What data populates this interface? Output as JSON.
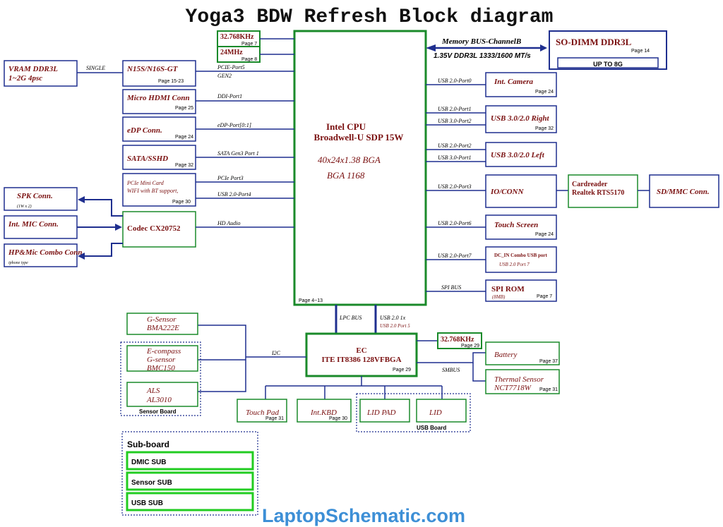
{
  "title": "Yoga3 BDW Refresh Block diagram",
  "cpu": {
    "line1": "Intel CPU",
    "line2": "Broadwell-U SDP 15W",
    "pkg1": "40x24x1.38 BGA",
    "pkg2": "BGA 1168",
    "page": "Page 4~13"
  },
  "clocks": {
    "c1": "32.768KHz",
    "c1_page": "Page 7",
    "c2": "24MHz",
    "c2_page": "Page 8"
  },
  "vram": {
    "line1": "VRAM  DDR3L",
    "line2": "1~2G  4psc",
    "link": "SINGLE"
  },
  "gpu": {
    "label": "N15S/N16S-GT",
    "page": "Page 15-23",
    "bus1": "PCIE-Port5",
    "bus2": "GEN2"
  },
  "hdmi": {
    "label": "Micro HDMI Conn",
    "page": "Page 25",
    "bus": "DDI-Port1"
  },
  "edp": {
    "label": "eDP Conn.",
    "page": "Page 24",
    "bus": "eDP-Port[0:1]"
  },
  "sata": {
    "label": "SATA/SSHD",
    "page": "Page 32",
    "bus": "SATA Gen3 Port 1"
  },
  "pcie": {
    "line1": "PCIe Mini Card",
    "line2": "WIFI with BT support,",
    "page": "Page 30",
    "bus1": "PCIe Port3",
    "bus2": "USB 2.0-Port4"
  },
  "codec": {
    "label": "Codec   CX20752",
    "bus": "HD Audio"
  },
  "spk": {
    "label": "SPK Conn.",
    "sub": "(1W x 2)"
  },
  "mic": {
    "label": "Int. MIC Conn."
  },
  "hp": {
    "label": "HP&Mic Combo Conn.",
    "sub": "iphone type"
  },
  "memory": {
    "bus": "Memory BUS-ChannelB",
    "speed": "1.35V DDR3L 1333/1600 MT/s",
    "label": "SO-DIMM DDR3L",
    "page": "Page 14",
    "size": "UP TO 8G"
  },
  "camera": {
    "bus": "USB 2.0-Port0",
    "label": "Int. Camera",
    "page": "Page 24"
  },
  "usb_right": {
    "bus1": "USB 2.0-Port1",
    "bus2": "USB 3.0-Port2",
    "label": "USB 3.0/2.0 Right",
    "page": "Page 32"
  },
  "usb_left": {
    "bus1": "USB 2.0-Port2",
    "bus2": "USB 3.0-Port1",
    "label": "USB 3.0/2.0 Left"
  },
  "io": {
    "bus": "USB 2.0-Port3",
    "label": "IO/CONN"
  },
  "cardreader": {
    "line1": "Cardreader",
    "line2": "Realtek RTS5170"
  },
  "sd": {
    "label": "SD/MMC Conn."
  },
  "touch": {
    "bus": "USB 2.0-Port6",
    "label": "Touch Screen",
    "page": "Page 24"
  },
  "dcin": {
    "bus": "USB 2.0-Port7",
    "line1": "DC_IN Combo USB port",
    "line2": "USB 2.0 Port 7"
  },
  "spi": {
    "bus": "SPI BUS",
    "label": "SPI ROM",
    "sub": "(8MB)",
    "page": "Page 7"
  },
  "lpc": {
    "label": "LPC BUS"
  },
  "usb_ec": {
    "line1": "USB 2.0 1x",
    "line2": "USB 2.0 Port 5"
  },
  "ec": {
    "line1": "EC",
    "line2": "ITE IT8386 128VFBGA",
    "page": "Page 29",
    "i2c": "I2C",
    "smbus": "SMBUS"
  },
  "ec_clock": {
    "label": "32.768KHz",
    "page": "Page 29"
  },
  "battery": {
    "label": "Battery",
    "page": "Page 37"
  },
  "thermal": {
    "line1": "Thermal Sensor",
    "line2": "NCT7718W",
    "page": "Page 31"
  },
  "gsensor": {
    "line1": "G-Sensor",
    "line2": "BMA222E"
  },
  "ecompass": {
    "line1": "E-compass",
    "line2": "G-sensor",
    "line3": "BMC150"
  },
  "als": {
    "line1": "ALS",
    "line2": "AL3010"
  },
  "sensor_board": "Sensor Board",
  "touchpad": {
    "label": "Touch Pad",
    "page": "Page 31"
  },
  "kbd": {
    "label": "Int.KBD",
    "page": "Page 30"
  },
  "lidpad": {
    "label": "LID PAD"
  },
  "lid": {
    "label": "LID"
  },
  "usb_board": "USB Board",
  "subboard": {
    "title": "Sub-board",
    "items": [
      "DMIC  SUB",
      "Sensor SUB",
      "USB SUB"
    ]
  },
  "watermark": "LaptopSchematic.com",
  "colors": {
    "box": "#1f2f8f",
    "cpu": "#1a8a2a",
    "ec": "#1a8a2a",
    "sub": "#22cc22",
    "label": "#7a1010",
    "watermark": "#3d8fd6"
  }
}
